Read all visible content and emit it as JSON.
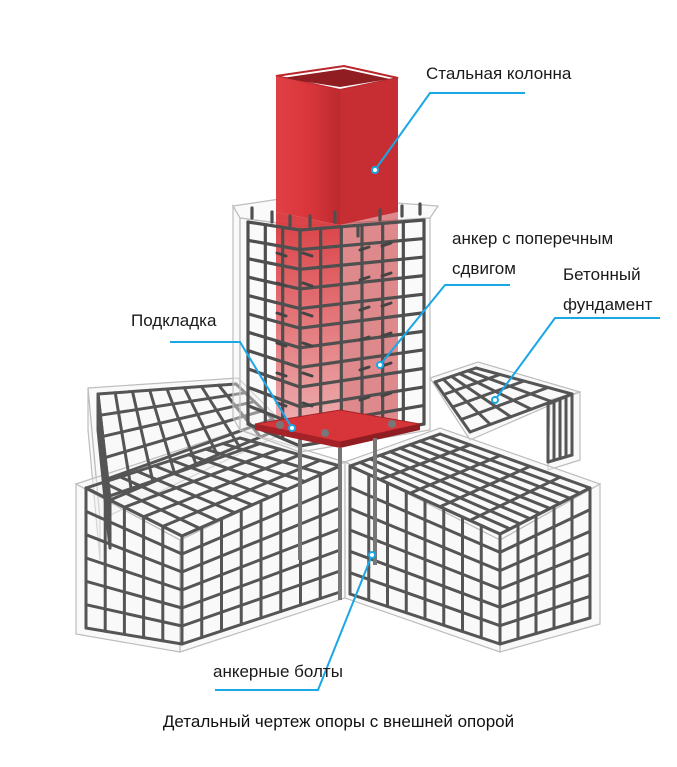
{
  "labels": {
    "steel_column": "Стальная колонна",
    "shear_anchor_line1": "анкер с поперечным",
    "shear_anchor_line2": "сдвигом",
    "concrete_foundation_line1": "Бетонный",
    "concrete_foundation_line2": "фундамент",
    "base_plate": "Подкладка",
    "anchor_bolts": "анкерные болты"
  },
  "caption": "Детальный чертеж опоры с внешней опорой",
  "colors": {
    "steel": "#d8353a",
    "steel_dark": "#b8272c",
    "rebar": "#5a5a5a",
    "concrete_edge": "#b9b9b9",
    "leader": "#1aa7e6"
  }
}
